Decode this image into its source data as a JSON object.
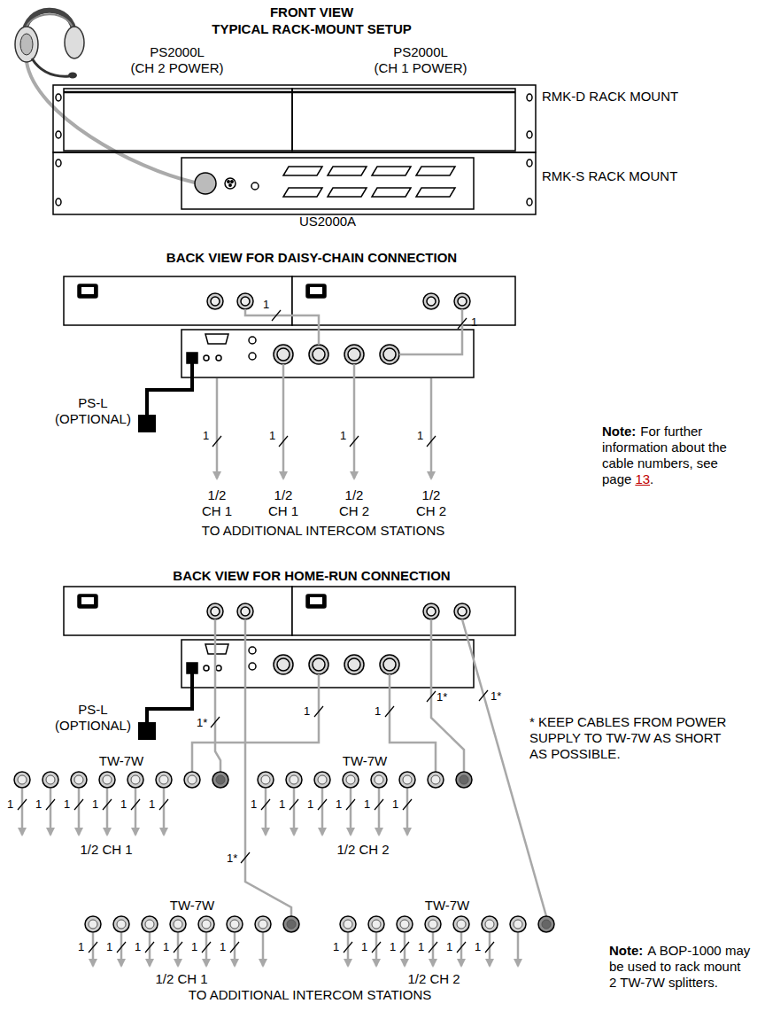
{
  "diagram": {
    "nodes": [
      {
        "text": [
          "PS2000L",
          "(CH 2 POWER)"
        ]
      },
      {
        "text": [
          "PS2000L",
          "(CH 1 POWER)"
        ]
      },
      {
        "text": [
          "US2000A"
        ]
      },
      {
        "text": [
          "PS-L (OPTIONAL)"
        ]
      },
      {
        "text": [
          "PS-L (OPTIONAL)"
        ]
      },
      {
        "text": [
          "TW-7W"
        ]
      },
      {
        "text": [
          "TW-7W"
        ]
      },
      {
        "text": [
          "TW-7W"
        ]
      },
      {
        "text": [
          "TW-7W"
        ]
      }
    ],
    "labels": [
      "FRONT VIEW",
      "TYPICAL RACK-MOUNT SETUP",
      "RMK-D RACK MOUNT",
      "RMK-S RACK MOUNT",
      "BACK VIEW FOR DAISY-CHAIN CONNECTION",
      "1",
      "1",
      "1",
      "1",
      "1",
      "1",
      "1/2 CH 1",
      "1/2 CH 1",
      "1/2 CH 2",
      "1/2 CH 2",
      "TO ADDITIONAL INTERCOM STATIONS",
      "Note:",
      "For further information about the cable numbers, see page",
      "13",
      ".",
      "BACK VIEW FOR HOME-RUN CONNECTION",
      "1*",
      "1",
      "1",
      "1*",
      "1*",
      "* KEEP CABLES FROM POWER SUPPLY TO TW-7W AS SHORT AS POSSIBLE.",
      "1",
      "1",
      "1",
      "1",
      "1",
      "1",
      "1",
      "1",
      "1",
      "1",
      "1",
      "1",
      "1/2 CH 1",
      "1/2 CH 2",
      "1*",
      "1",
      "1",
      "1",
      "1",
      "1",
      "1",
      "1",
      "1",
      "1",
      "1",
      "1",
      "1",
      "1/2 CH 1",
      "1/2 CH 2",
      "TO ADDITIONAL INTERCOM STATIONS",
      "Note:",
      "A BOP-1000 may be used to rack mount 2 TW-7W splitters."
    ]
  }
}
